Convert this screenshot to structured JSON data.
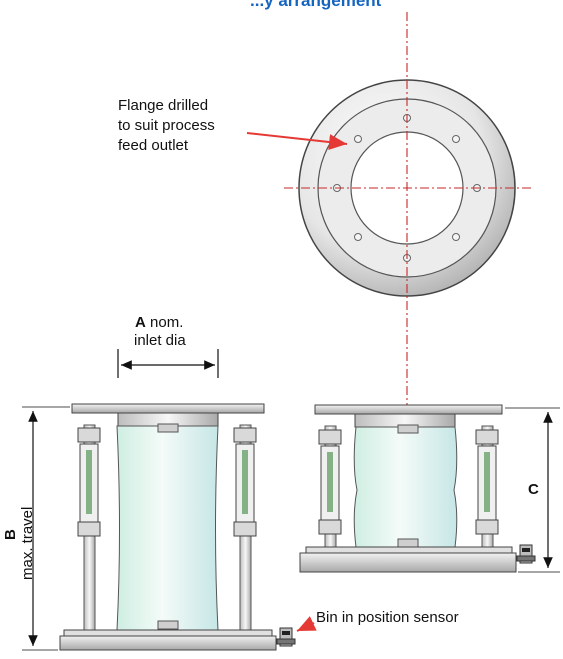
{
  "title": "...y arrangement",
  "labels": {
    "flange_note": [
      "Flange drilled",
      "to suit process",
      "feed outlet"
    ],
    "dim_a_letter": "A",
    "dim_a_text1": " nom.",
    "dim_a_text2": "inlet dia",
    "dim_b_letter": "B",
    "dim_b_text": "max. travel",
    "dim_c_letter": "C",
    "sensor_note": "Bin in position sensor"
  },
  "colors": {
    "title": "#1565c0",
    "centerline": "#c62828",
    "pointer": "#e53935",
    "metal_light": "#f2f2f2",
    "metal_dark": "#9e9e9e",
    "sleeve": "#dff3ea",
    "outline": "#333333"
  },
  "icons": [
    "flange-top-view",
    "bin-sensor-icon",
    "pointer-arrow"
  ]
}
